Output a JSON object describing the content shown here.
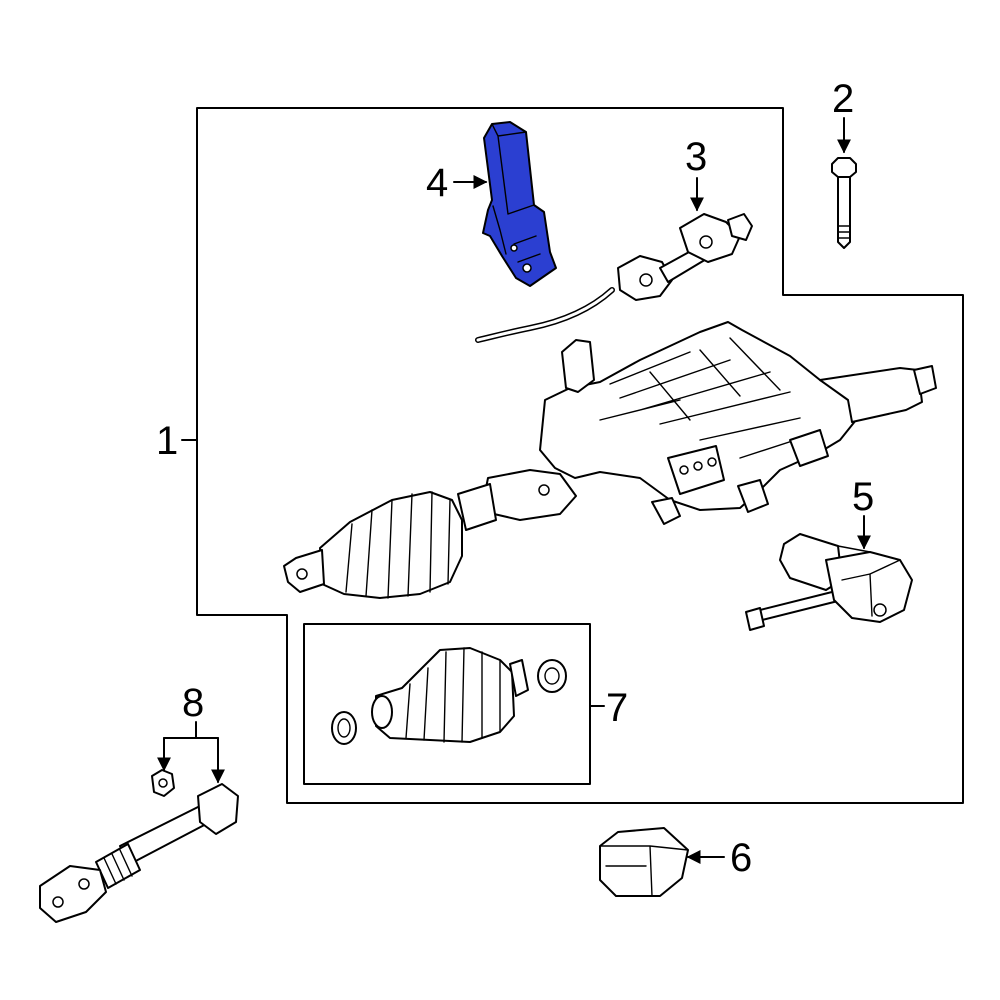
{
  "callouts": {
    "c1": "1",
    "c2": "2",
    "c3": "3",
    "c4": "4",
    "c5": "5",
    "c6": "6",
    "c7": "7",
    "c8": "8"
  },
  "colors": {
    "highlight": "#2b3fd1",
    "line": "#000000",
    "background": "#ffffff"
  },
  "highlighted_part": "4"
}
